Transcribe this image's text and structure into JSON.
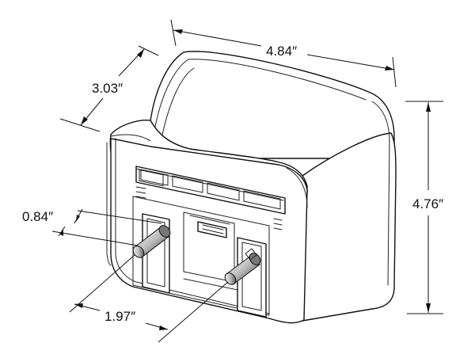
{
  "dimensions": {
    "width": "4.84″",
    "depth": "3.03″",
    "height": "4.76″",
    "post_diameter": "0.84″",
    "post_spacing": "1.97″"
  }
}
